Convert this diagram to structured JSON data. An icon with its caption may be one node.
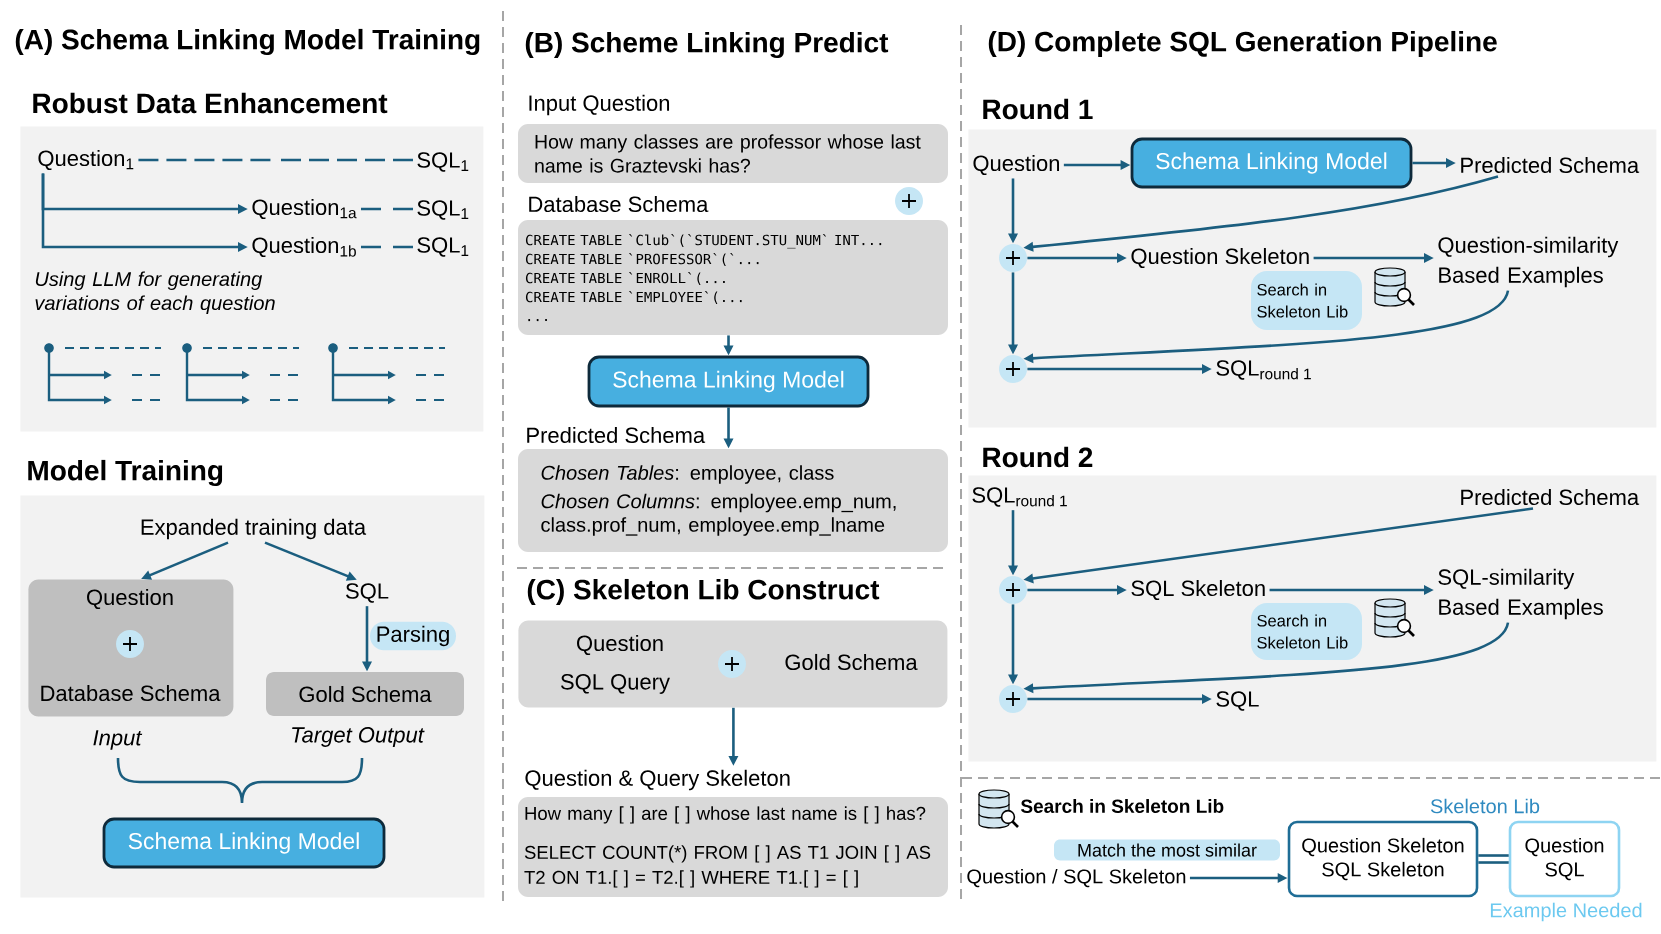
{
  "diagram": {
    "nodes": [
      {
        "text": [
          "Robust Data Enhancement",
          "Using LLM for generating variations of each question"
        ]
      },
      {
        "text": [
          "Question$_{1}$"
        ],
        "in": 0
      },
      {
        "text": [
          "SQL$_{1}$"
        ],
        "in": 0
      },
      {
        "text": [
          "Question$_{1a}$"
        ],
        "in": 0
      },
      {
        "text": [
          "SQL$_{1}$"
        ],
        "in": 0
      },
      {
        "text": [
          "Question$_{1b}$"
        ],
        "in": 0
      },
      {
        "text": [
          "SQL$_{1}$"
        ],
        "in": 0
      },
      {
        "text": [
          "Model Training"
        ]
      },
      {
        "text": [
          "Expanded training data"
        ],
        "in": 7
      },
      {
        "text": [
          "Question",
          "Database Schema"
        ],
        "beside": [
          "Input"
        ],
        "in": 7
      },
      {
        "text": [
          "SQL"
        ],
        "in": 7
      },
      {
        "text": [
          "Gold Schema"
        ],
        "beside": [
          "Target Output"
        ],
        "in": 7
      },
      {
        "text": [
          "Schema Linking Model"
        ],
        "in": 7
      },
      {
        "text": [
          "Input Question",
          "How many classes are professor whose last name is Graztevski has?"
        ]
      },
      {
        "text": [
          "Database Schema",
          "CREATE TABLE `Club`(`STUDENT.STU_NUM` INT...",
          "CREATE TABLE `PROFESSOR`(`...",
          "CREATE TABLE `ENROLL`(...",
          "CREATE TABLE `EMPLOYEE`(...",
          "..."
        ]
      },
      {
        "text": [
          "Schema Linking Model"
        ]
      },
      {
        "text": [
          "Predicted Schema",
          "*Chosen Tables*: employee, class",
          "*Chosen Columns*: employee.emp_num, class.prof_num, employee.emp_lname"
        ]
      },
      {
        "text": [
          "Question",
          "SQL Query",
          "Gold Schema"
        ]
      },
      {
        "text": [
          "Question & Query Skeleton",
          "How many [ ] are [ ] whose last name is [ ] has?",
          "SELECT COUNT(*) FROM [ ] AS T1 JOIN [ ] AS T2 ON T1.[ ] = T2.[ ] WHERE T1.[ ] = [ ]"
        ]
      },
      {
        "text": [
          "Round 1"
        ]
      },
      {
        "text": [
          "Question"
        ],
        "in": 19
      },
      {
        "text": [
          "Schema Linking Model"
        ],
        "in": 19
      },
      {
        "text": [
          "Predicted Schema"
        ],
        "in": 19
      },
      {
        "text": [],
        "shape": "circle",
        "in": 19
      },
      {
        "text": [
          "Question Skeleton"
        ],
        "in": 19
      },
      {
        "text": [
          "Question-similarity Based Examples"
        ],
        "in": 19
      },
      {
        "text": [
          "Search in Skeleton Lib"
        ],
        "in": 19
      },
      {
        "text": [],
        "shape": "circle",
        "in": 19
      },
      {
        "text": [
          "SQL$_{round 1}$"
        ],
        "in": 19
      },
      {
        "text": [
          "Round 2"
        ]
      },
      {
        "text": [
          "SQL$_{round 1}$"
        ],
        "in": 29
      },
      {
        "text": [
          "Predicted Schema"
        ],
        "in": 29
      },
      {
        "text": [],
        "shape": "circle",
        "in": 29
      },
      {
        "text": [
          "SQL Skeleton"
        ],
        "in": 29
      },
      {
        "text": [
          "SQL-similarity Based Examples"
        ],
        "in": 29
      },
      {
        "text": [
          "Search in Skeleton Lib"
        ],
        "in": 29
      },
      {
        "text": [],
        "shape": "circle",
        "in": 29
      },
      {
        "text": [
          "SQL"
        ],
        "in": 29
      },
      {
        "text": [
          "Question / SQL Skeleton"
        ]
      },
      {
        "text": [
          "Question Skeleton",
          "SQL Skeleton"
        ],
        "beside": [
          "Skeleton Lib"
        ]
      },
      {
        "text": [
          "Question",
          "SQL"
        ],
        "beside": [
          "Example Needed"
        ]
      }
    ],
    "edges": [
      {
        "from": 1,
        "to": 2,
        "arrow": "none",
        "style": "dashed"
      },
      {
        "from": 1,
        "to": 3,
        "arrow": "to"
      },
      {
        "from": 1,
        "to": 5,
        "arrow": "to"
      },
      {
        "from": 3,
        "to": 4,
        "arrow": "none",
        "style": "dashed"
      },
      {
        "from": 5,
        "to": 6,
        "arrow": "none",
        "style": "dashed"
      },
      {
        "from": 8,
        "to": 9,
        "arrow": "to"
      },
      {
        "from": 8,
        "to": 10,
        "arrow": "to"
      },
      {
        "from": 10,
        "to": 11,
        "arrow": "to",
        "label": "Parsing"
      },
      {
        "from": 14,
        "to": 15,
        "arrow": "to"
      },
      {
        "from": 15,
        "to": 16,
        "arrow": "to"
      },
      {
        "from": 17,
        "to": 18,
        "arrow": "to"
      },
      {
        "from": 20,
        "to": 21,
        "arrow": "to"
      },
      {
        "from": 21,
        "to": 22,
        "arrow": "to"
      },
      {
        "from": 20,
        "to": 23,
        "arrow": "to"
      },
      {
        "from": 22,
        "to": 23,
        "arrow": "to"
      },
      {
        "from": 23,
        "to": 24,
        "arrow": "to"
      },
      {
        "from": 24,
        "to": 25,
        "arrow": "to"
      },
      {
        "from": 23,
        "to": 27,
        "arrow": "to"
      },
      {
        "from": 25,
        "to": 27,
        "arrow": "to"
      },
      {
        "from": 27,
        "to": 28,
        "arrow": "to"
      },
      {
        "from": 30,
        "to": 32,
        "arrow": "to"
      },
      {
        "from": 31,
        "to": 32,
        "arrow": "to"
      },
      {
        "from": 32,
        "to": 33,
        "arrow": "to"
      },
      {
        "from": 33,
        "to": 34,
        "arrow": "to"
      },
      {
        "from": 32,
        "to": 36,
        "arrow": "to"
      },
      {
        "from": 34,
        "to": 36,
        "arrow": "to"
      },
      {
        "from": 36,
        "to": 37,
        "arrow": "to"
      },
      {
        "from": 38,
        "to": 39,
        "arrow": "to",
        "label": "Match the most similar"
      },
      {
        "from": 39,
        "to": 40,
        "arrow": "none"
      },
      {
        "from": 39,
        "to": 40,
        "arrow": "none"
      }
    ],
    "labels": [
      "(A) Schema Linking Model Training",
      "(B) Scheme Linking Predict",
      "(D) Complete SQL Generation Pipeline",
      "(C) Skeleton Lib Construct",
      "Search in Skeleton Lib"
    ]
  }
}
